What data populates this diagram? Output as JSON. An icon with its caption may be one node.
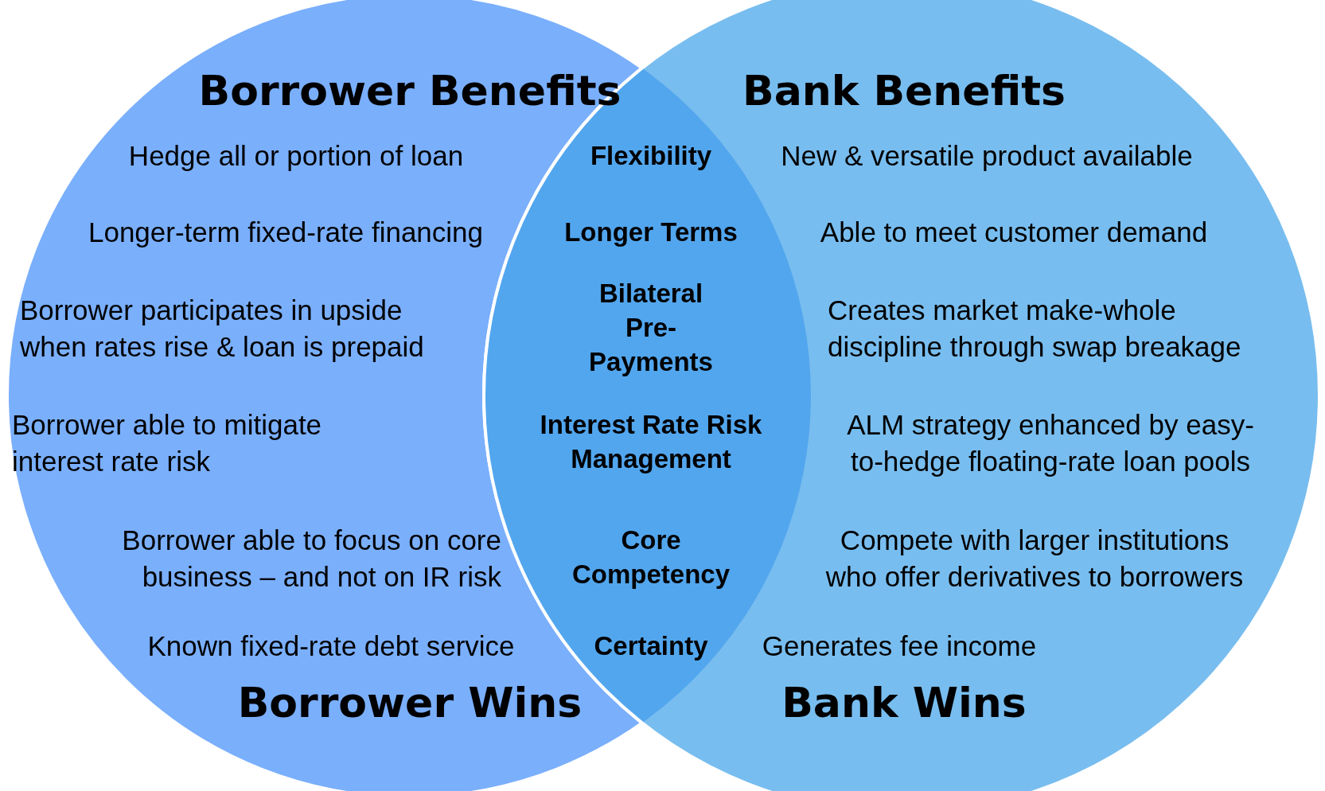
{
  "diagram": {
    "nodes": [
      {
        "text": [
          "Borrower Benefits",
          "Hedge all or portion of loan",
          "Longer-term fixed-rate financing",
          "Borrower participates in upside when rates rise & loan is prepaid",
          "Borrower able to mitigate interest rate risk",
          "Borrower able to focus on core business – and not on IR risk",
          "Known fixed-rate debt service",
          "Borrower Wins"
        ]
      },
      {
        "text": [
          "Bank Benefits",
          "New & versatile product available",
          "Able to meet customer demand",
          "Creates market make-whole discipline through swap breakage",
          "ALM strategy enhanced by easy-to-hedge floating-rate loan pools",
          "Compete with larger institutions who offer derivatives to borrowers",
          "Generates fee income",
          "Bank Wins"
        ]
      }
    ],
    "labels": [
      "Flexibility",
      "Longer Terms",
      "Bilateral Pre-Payments",
      "Interest Rate Risk Management",
      "Core Competency",
      "Certainty"
    ]
  }
}
